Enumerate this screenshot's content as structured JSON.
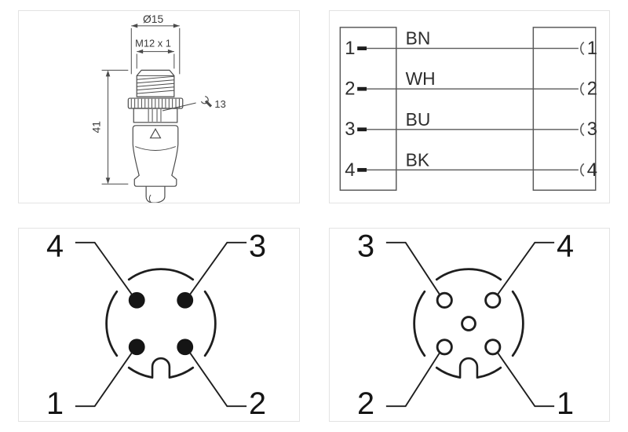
{
  "colors": {
    "background": "#ffffff",
    "panel_border": "#e3e3e3",
    "drawing_line": "#4a4a4a",
    "wiring_line": "#5a5a5a",
    "face_line": "#1e1e1e"
  },
  "dimension_panel": {
    "diameter_label": "Ø15",
    "thread_label": "M12 x 1",
    "length_label": "41",
    "wrench_size_label": "13",
    "wrench_icon": "open-end-wrench-icon"
  },
  "wiring_panel": {
    "rows": [
      {
        "left_pin": "1",
        "wire_label": "BN",
        "right_pin": "1"
      },
      {
        "left_pin": "2",
        "wire_label": "WH",
        "right_pin": "2"
      },
      {
        "left_pin": "3",
        "wire_label": "BU",
        "right_pin": "3"
      },
      {
        "left_pin": "4",
        "wire_label": "BK",
        "right_pin": "4"
      }
    ]
  },
  "male_face_panel": {
    "pin_labels": {
      "top_left": "4",
      "top_right": "3",
      "bottom_left": "1",
      "bottom_right": "2"
    }
  },
  "female_face_panel": {
    "pin_labels": {
      "top_left": "3",
      "top_right": "4",
      "bottom_left": "2",
      "bottom_right": "1"
    }
  }
}
